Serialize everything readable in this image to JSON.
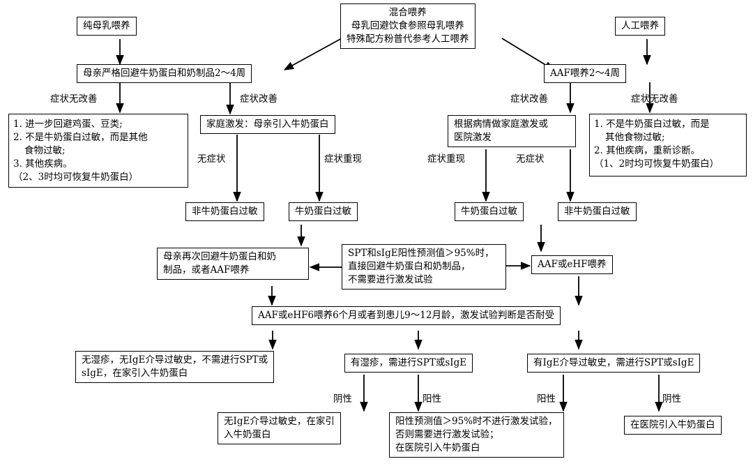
{
  "feeding": {
    "breast": "纯母乳喂养",
    "mixed_title": "混合喂养",
    "mixed_line1": "母乳回避饮食参照母乳喂养",
    "mixed_line2": "特殊配方粉普代参考人工喂养",
    "artificial": "人工喂养"
  },
  "left_branch": {
    "avoid": "母亲严格回避牛奶蛋白和奶制品2～4周",
    "no_improve_label": "症状无改善",
    "improve_label": "症状改善",
    "no_improve_box": [
      "1. 进一步回避鸡蛋、豆类;",
      "2. 不是牛奶蛋白过敏，而是其他",
      "食物过敏;",
      "3. 其他疾病。",
      "（2、3时均可恢复牛奶蛋白）"
    ],
    "home_challenge": "家庭激发：母亲引入牛奶蛋白",
    "no_symptom_label": "无症状",
    "recur_label": "症状重现",
    "non_cma": "非牛奶蛋白过敏",
    "cma": "牛奶蛋白过敏",
    "re_avoid_line1": "母亲再次回避牛奶蛋白和奶",
    "re_avoid_line2": "制品，或者AAF喂养"
  },
  "right_branch": {
    "aaf": "AAF喂养2～4周",
    "improve_label": "症状改善",
    "no_improve_label": "症状无改善",
    "challenge_line1": "根据病情做家庭激发或",
    "challenge_line2": "医院激发",
    "no_improve_box": [
      "1. 不是牛奶蛋白过敏，而是",
      "其他食物过敏;",
      "2. 其他疾病，重新诊断。",
      "（1、2时均可恢复牛奶蛋白）"
    ],
    "recur_label": "症状重现",
    "no_symptom_label": "无症状",
    "cma": "牛奶蛋白过敏",
    "non_cma": "非牛奶蛋白过敏",
    "aaf_ehf": "AAF或eHF喂养"
  },
  "middle": {
    "spt_line1": "SPT和sIgE阳性预测值＞95%时，",
    "spt_line2": "直接回避牛奶蛋白和奶制品，",
    "spt_line3": "不需要进行激发试验",
    "feed6": "AAF或eHF6喂养6个月或者到患儿9～12月龄，激发试验判断是否耐受"
  },
  "bottom": {
    "no_eczema_line1": "无湿疹，无IgE介导过敏史，不需进行SPT或",
    "no_eczema_line2": "sIgE，在家引入牛奶蛋白",
    "eczema": "有湿疹，需进行SPT或sIgE",
    "ige_history": "有IgE介导过敏史，需进行SPT或sIgE",
    "neg_label": "阴性",
    "pos_label": "阳性",
    "pos_label2": "阳性",
    "neg_label2": "阴性",
    "home_intro_line1": "无IgE介导过敏史，在家引",
    "home_intro_line2": "入牛奶蛋白",
    "hosp_challenge_line1": "阳性预测值＞95%时不进行激发试验，",
    "hosp_challenge_line2": "否则需要进行激发试验；",
    "hosp_challenge_line3": "在医院引入牛奶蛋白",
    "hosp_intro": "在医院引入牛奶蛋白"
  }
}
